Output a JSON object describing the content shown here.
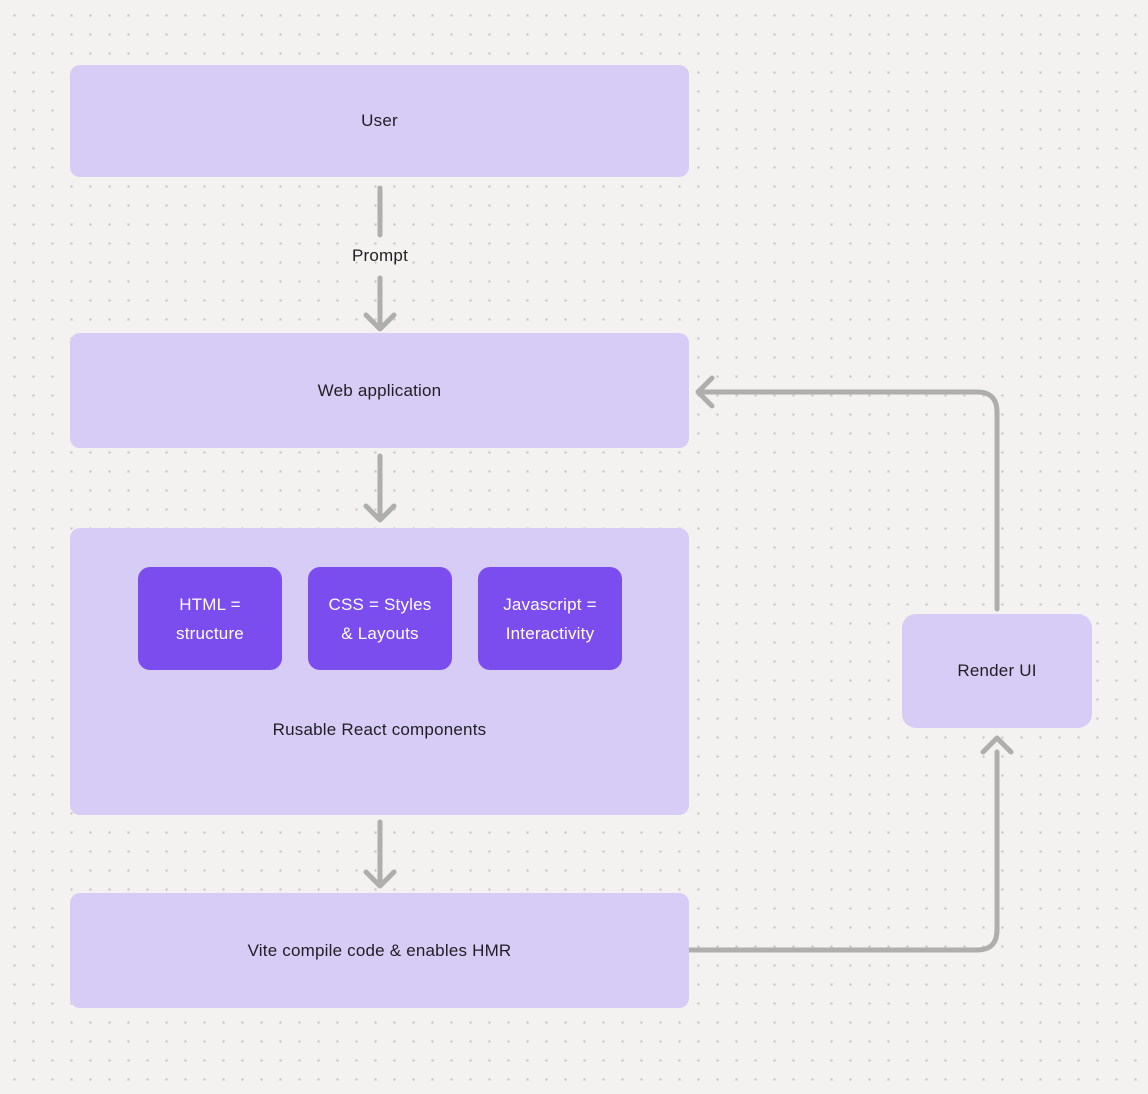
{
  "diagram": {
    "nodes": {
      "user": {
        "label": "User"
      },
      "web_application": {
        "label": "Web application"
      },
      "components_group": {
        "caption": "Rusable React components",
        "children": [
          {
            "label": "HTML =\nstructure"
          },
          {
            "label": "CSS = Styles\n& Layouts"
          },
          {
            "label": "Javascript =\nInteractivity"
          }
        ]
      },
      "vite": {
        "label": "Vite compile code & enables HMR"
      },
      "render_ui": {
        "label": "Render UI"
      }
    },
    "edges": {
      "prompt_label": "Prompt",
      "list": [
        {
          "from": "User",
          "to": "Web application",
          "label": "Prompt",
          "direction": "down"
        },
        {
          "from": "Web application",
          "to": "Rusable React components",
          "label": "",
          "direction": "down"
        },
        {
          "from": "Rusable React components",
          "to": "Vite compile code & enables HMR",
          "label": "",
          "direction": "down"
        },
        {
          "from": "Vite compile code & enables HMR",
          "to": "Render UI",
          "label": "",
          "direction": "right-then-up"
        },
        {
          "from": "Render UI",
          "to": "Web application",
          "label": "",
          "direction": "up-then-left"
        }
      ]
    },
    "colors": {
      "background": "#f3f2f0",
      "dot_grid": "#c7c5c3",
      "node_light": "#d7ccf6",
      "node_dark": "#7c4dee",
      "connector": "#aeaeac",
      "text_dark": "#1f1e23",
      "text_light": "#ffffff"
    }
  }
}
